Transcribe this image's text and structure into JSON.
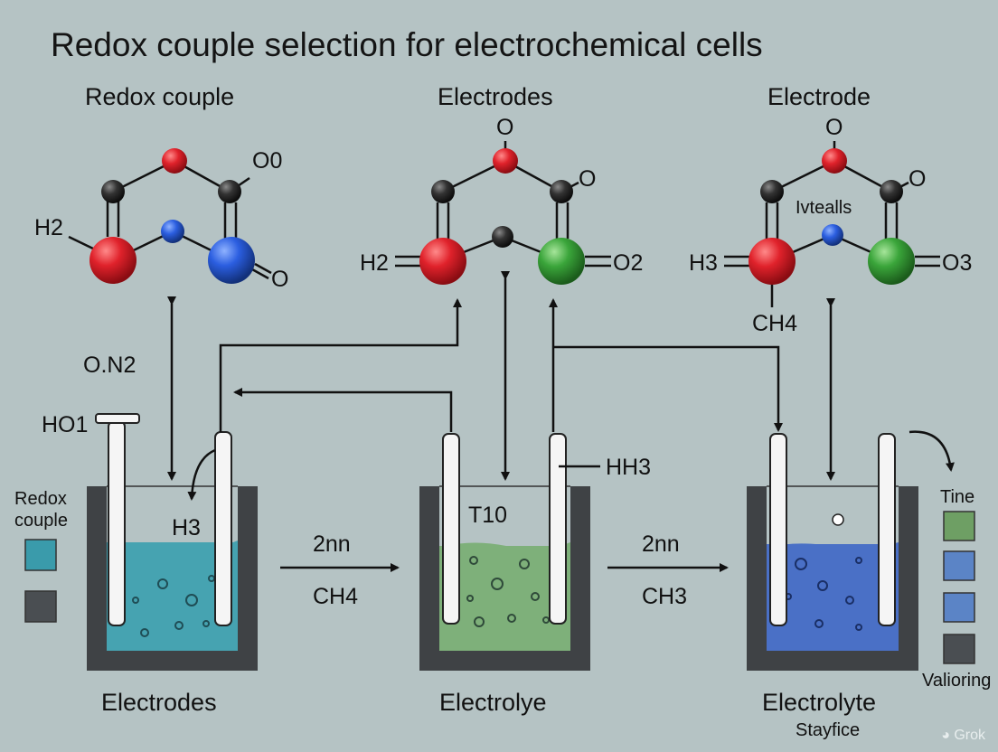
{
  "title": "Redox couple selection for electrochemical cells",
  "panels": [
    {
      "heading": "Redox couple",
      "atom_labels": [
        "O0",
        "H2",
        "O"
      ],
      "inner_label": "",
      "beaker_labels": [
        "HO1",
        "H3"
      ],
      "liquid_color": "#46a3b1",
      "caption": "Electrodes"
    },
    {
      "heading": "Electrodes",
      "atom_labels": [
        "O",
        "O",
        "H2",
        "O2"
      ],
      "inner_label": "",
      "beaker_labels": [
        "T10",
        "HH3"
      ],
      "liquid_color": "#7eb07a",
      "caption": "Electrolye"
    },
    {
      "heading": "Electrode",
      "atom_labels": [
        "O",
        "O",
        "H3",
        "O3",
        "CH4"
      ],
      "inner_label": "Ivtealls",
      "beaker_labels": [],
      "liquid_color": "#4a70c6",
      "caption": "Electrolyte",
      "subcaption": "Stayfice"
    }
  ],
  "side_labels": {
    "o_n2": "O.N2"
  },
  "transitions": [
    {
      "top": "2nn",
      "bottom": "CH4"
    },
    {
      "top": "2nn",
      "bottom": "CH3"
    }
  ],
  "legend_left": {
    "title": "Redox couple",
    "swatches": [
      "#3a9bab",
      "#4a4e52"
    ]
  },
  "legend_right": {
    "title": "Tine",
    "swatches": [
      "#6e9f64",
      "#5b84c6",
      "#5b84c6",
      "#4a4e52"
    ],
    "footer": "Valioring"
  },
  "watermark": "Grok",
  "colors": {
    "background": "#b5c3c4",
    "atom_red": "#e0222b",
    "atom_blue": "#2b5ee0",
    "atom_green": "#3aa53a",
    "atom_dark": "#2a2a2a",
    "beaker": "#3f4245"
  }
}
